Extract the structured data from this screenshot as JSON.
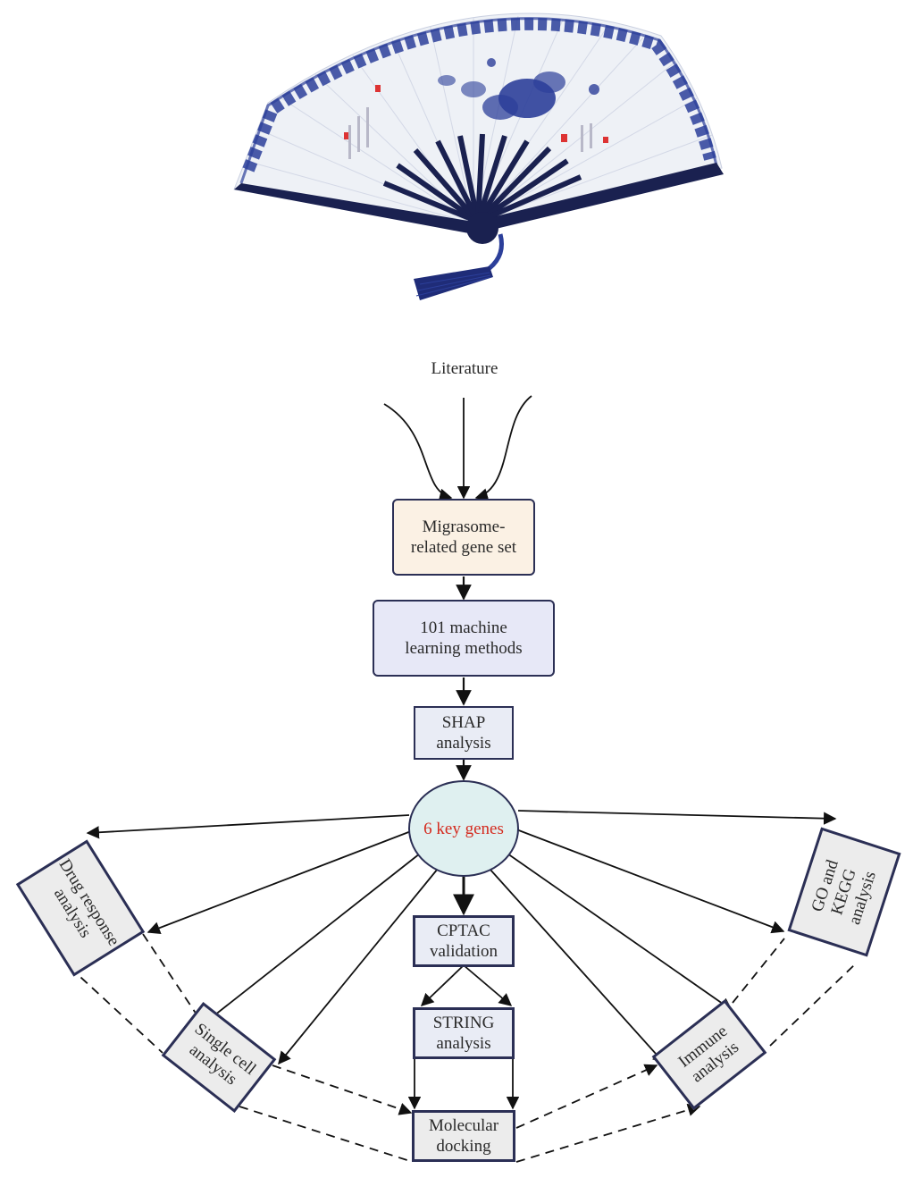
{
  "title": "Literature",
  "nodes": {
    "gene_set": "Migrasome-\nrelated gene set",
    "ml": "101 machine\nlearning methods",
    "shap": "SHAP\nanalysis",
    "key_genes": "6 key genes",
    "cptac": "CPTAC\nvalidation",
    "string": "STRING\nanalysis",
    "docking": "Molecular\ndocking",
    "drug": "Drug response\nanalysis",
    "single_cell": "Single cell\nanalysis",
    "immune": "Immune\nanalysis",
    "go_kegg": "GO and KEGG\nanalysis"
  },
  "colors": {
    "border": "#2b2f55",
    "gene_set_fill": "#fbf1e4",
    "ml_fill": "#e7e8f7",
    "circle_fill": "#dff0f0",
    "highlight_text": "#d42a1e",
    "fan_blue": "#2c3f9a",
    "fan_dark": "#1a2150"
  }
}
